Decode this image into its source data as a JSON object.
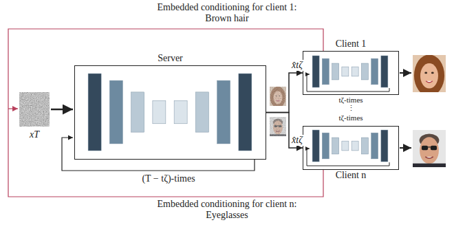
{
  "diagram": {
    "nodes": [
      {
        "text": [
          "Server"
        ]
      },
      {
        "text": [
          "Client 1"
        ]
      },
      {
        "text": [
          "Client n"
        ]
      }
    ],
    "edges": [
      {
        "from": 0,
        "to": 1,
        "arrow": "to",
        "label": "x̂tζ"
      },
      {
        "from": 0,
        "to": 2,
        "arrow": "to",
        "label": "x̂tζ"
      }
    ],
    "labels": [
      "Embedded conditioning for client 1: Brown hair",
      "xT",
      "(T − tζ)-times",
      "tζ-times",
      "⋮",
      "tζ-times",
      "Embedded conditioning for client n: Eyeglasses"
    ]
  }
}
